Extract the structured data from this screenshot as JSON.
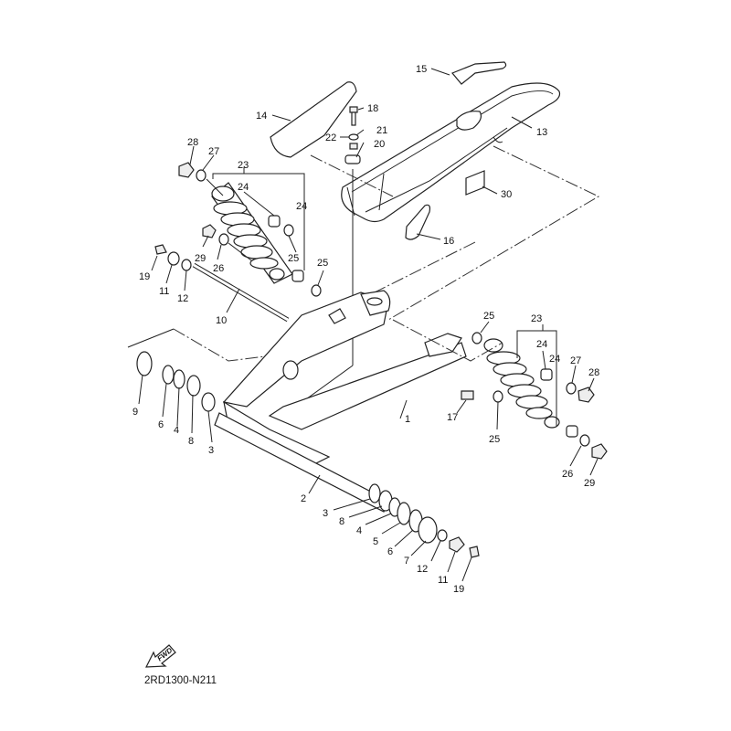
{
  "diagram": {
    "title": "Rear Arm & Suspension exploded view",
    "drawing_code": "2RD1300-N211",
    "direction_marker": "FWD",
    "parts": {
      "p1": "1",
      "p2": "2",
      "p3a": "3",
      "p3b": "3",
      "p4a": "4",
      "p4b": "4",
      "p5": "5",
      "p6a": "6",
      "p6b": "6",
      "p7": "7",
      "p8a": "8",
      "p8b": "8",
      "p9": "9",
      "p10": "10",
      "p11a": "11",
      "p11b": "11",
      "p12a": "12",
      "p12b": "12",
      "p13": "13",
      "p14": "14",
      "p15": "15",
      "p16": "16",
      "p17": "17",
      "p18": "18",
      "p19a": "19",
      "p19b": "19",
      "p20": "20",
      "p21": "21",
      "p22": "22",
      "p23a": "23",
      "p23b": "23",
      "p24a": "24",
      "p24b": "24",
      "p24c": "24",
      "p24d": "24",
      "p25a": "25",
      "p25b": "25",
      "p25c": "25",
      "p25d": "25",
      "p26a": "26",
      "p26b": "26",
      "p27a": "27",
      "p27b": "27",
      "p28a": "28",
      "p28b": "28",
      "p29a": "29",
      "p29b": "29",
      "p30": "30"
    }
  }
}
